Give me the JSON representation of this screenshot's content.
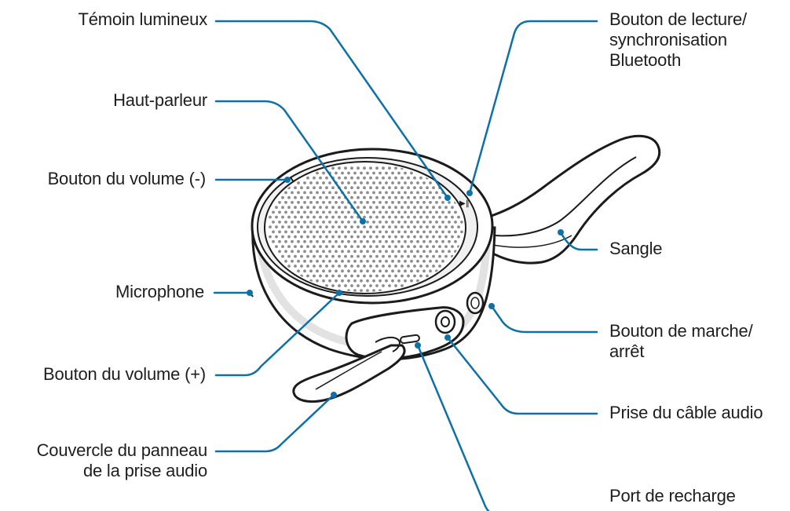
{
  "colors": {
    "leader": "#0e70a8",
    "outline": "#1b1b1b",
    "text": "#1e1e1e",
    "body_fill": "#ffffff",
    "shade": "#e3e3e3",
    "grille_dot": "#8c8c8c"
  },
  "labels": {
    "temoin": "Témoin lumineux",
    "haut_parleur": "Haut-parleur",
    "volume_moins": "Bouton du volume (-)",
    "microphone": "Microphone",
    "volume_plus": "Bouton du volume (+)",
    "couvercle_1": "Couvercle du panneau",
    "couvercle_2": "de la prise audio",
    "lecture_1": "Bouton de lecture/",
    "lecture_2": "synchronisation",
    "lecture_3": "Bluetooth",
    "sangle": "Sangle",
    "marche_1": "Bouton de marche/",
    "marche_2": "arrêt",
    "prise_cable": "Prise du câble audio",
    "port_recharge": "Port de recharge"
  }
}
